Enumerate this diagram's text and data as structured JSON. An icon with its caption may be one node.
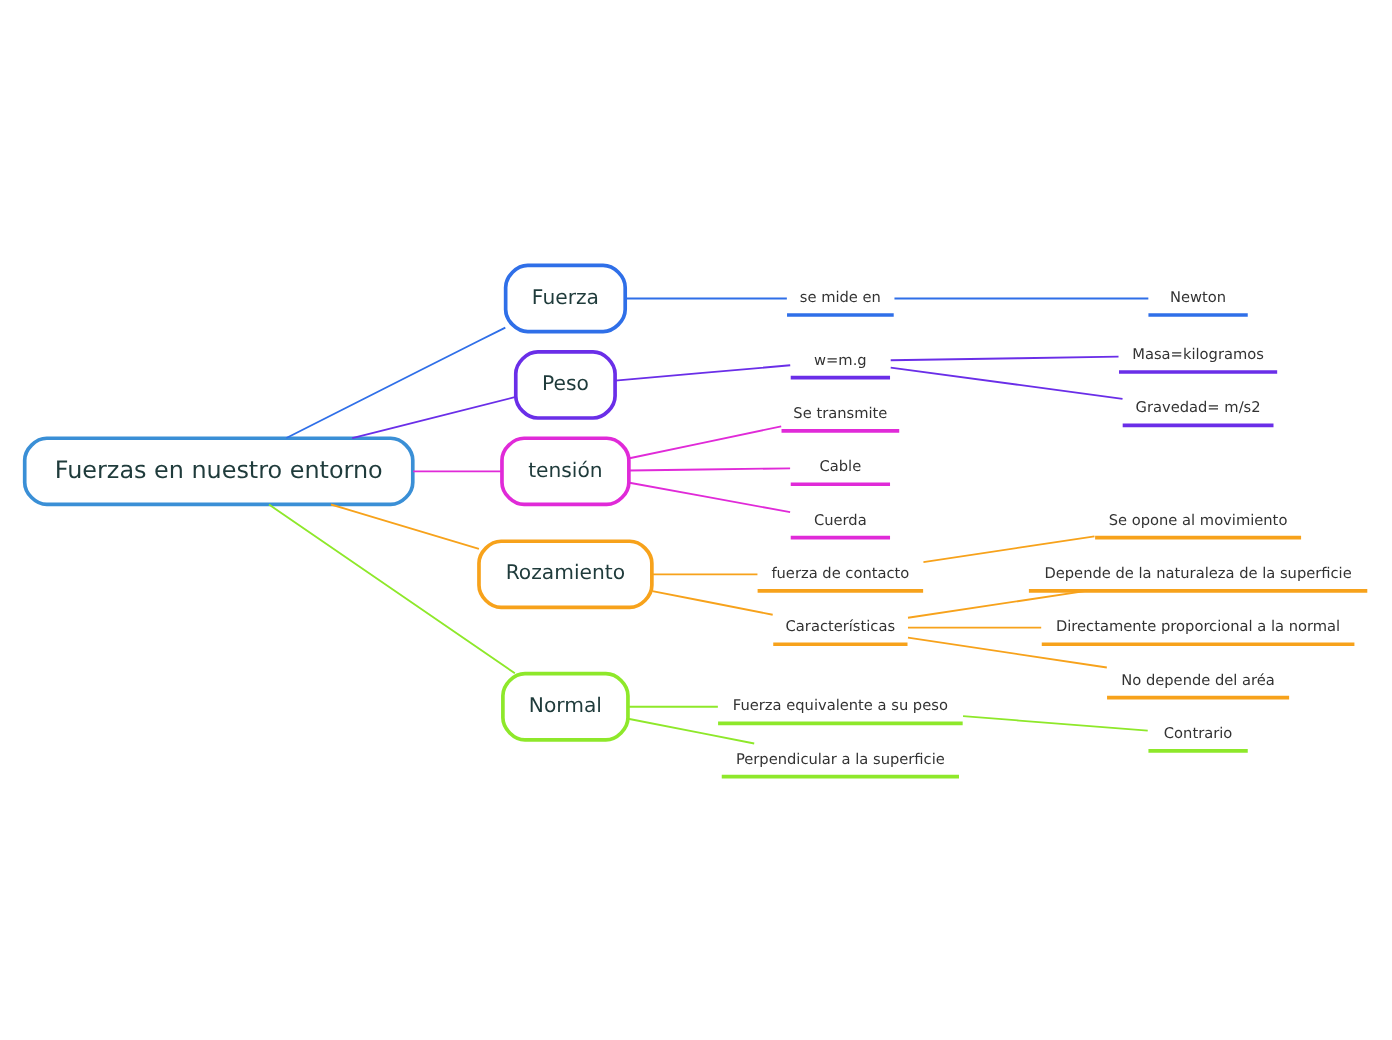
{
  "diagram": {
    "nodes": [
      {
        "text": [
          "Fuerzas en nuestro entorno"
        ]
      },
      {
        "text": [
          "Fuerza"
        ]
      },
      {
        "text": [
          "se mide en"
        ]
      },
      {
        "text": [
          "Newton"
        ]
      },
      {
        "text": [
          "Peso"
        ]
      },
      {
        "text": [
          "w=m.g"
        ]
      },
      {
        "text": [
          "Masa=kilogramos"
        ]
      },
      {
        "text": [
          "Gravedad= m/s2"
        ]
      },
      {
        "text": [
          "tensión"
        ]
      },
      {
        "text": [
          "Se transmite"
        ]
      },
      {
        "text": [
          "Cable"
        ]
      },
      {
        "text": [
          "Cuerda"
        ]
      },
      {
        "text": [
          "Rozamiento"
        ]
      },
      {
        "text": [
          "fuerza de contacto"
        ]
      },
      {
        "text": [
          "Se opone al movimiento"
        ]
      },
      {
        "text": [
          "Características"
        ]
      },
      {
        "text": [
          "Depende de la naturaleza de la superficie"
        ]
      },
      {
        "text": [
          "Directamente proporcional a la normal"
        ]
      },
      {
        "text": [
          "No depende del aréa"
        ]
      },
      {
        "text": [
          "Normal"
        ]
      },
      {
        "text": [
          "Fuerza equivalente a su peso"
        ]
      },
      {
        "text": [
          "Contrario"
        ]
      },
      {
        "text": [
          "Perpendicular a la superficie"
        ]
      }
    ],
    "edges": [
      {
        "from": 0,
        "to": 1,
        "arrow": "none",
        "color": "#2f6fe8"
      },
      {
        "from": 1,
        "to": 2,
        "arrow": "none",
        "color": "#2f6fe8"
      },
      {
        "from": 2,
        "to": 3,
        "arrow": "none",
        "color": "#2f6fe8"
      },
      {
        "from": 0,
        "to": 4,
        "arrow": "none",
        "color": "#6a2ee8"
      },
      {
        "from": 4,
        "to": 5,
        "arrow": "none",
        "color": "#6a2ee8"
      },
      {
        "from": 5,
        "to": 6,
        "arrow": "none",
        "color": "#6a2ee8"
      },
      {
        "from": 5,
        "to": 7,
        "arrow": "none",
        "color": "#6a2ee8"
      },
      {
        "from": 0,
        "to": 8,
        "arrow": "none",
        "color": "#e02ad8"
      },
      {
        "from": 8,
        "to": 9,
        "arrow": "none",
        "color": "#e02ad8"
      },
      {
        "from": 8,
        "to": 10,
        "arrow": "none",
        "color": "#e02ad8"
      },
      {
        "from": 8,
        "to": 11,
        "arrow": "none",
        "color": "#e02ad8"
      },
      {
        "from": 0,
        "to": 12,
        "arrow": "none",
        "color": "#f7a21b"
      },
      {
        "from": 12,
        "to": 13,
        "arrow": "none",
        "color": "#f7a21b"
      },
      {
        "from": 13,
        "to": 14,
        "arrow": "none",
        "color": "#f7a21b"
      },
      {
        "from": 12,
        "to": 15,
        "arrow": "none",
        "color": "#f7a21b"
      },
      {
        "from": 15,
        "to": 16,
        "arrow": "none",
        "color": "#f7a21b"
      },
      {
        "from": 15,
        "to": 17,
        "arrow": "none",
        "color": "#f7a21b"
      },
      {
        "from": 15,
        "to": 18,
        "arrow": "none",
        "color": "#f7a21b"
      },
      {
        "from": 0,
        "to": 19,
        "arrow": "none",
        "color": "#8ee82a"
      },
      {
        "from": 19,
        "to": 20,
        "arrow": "none",
        "color": "#8ee82a"
      },
      {
        "from": 20,
        "to": 21,
        "arrow": "none",
        "color": "#8ee82a"
      },
      {
        "from": 19,
        "to": 22,
        "arrow": "none",
        "color": "#8ee82a"
      }
    ]
  }
}
